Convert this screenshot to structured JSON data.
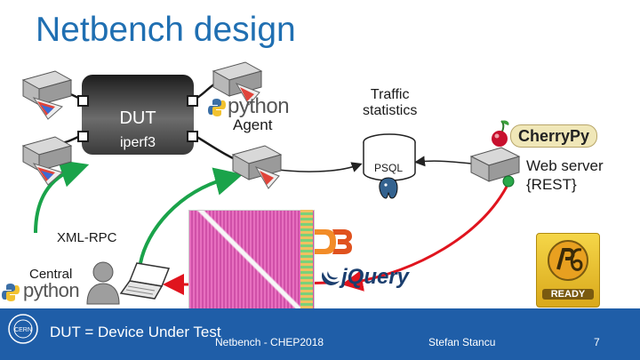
{
  "title": "Netbench design",
  "dut": {
    "label": "DUT",
    "sublabel": "iperf3"
  },
  "agent": {
    "python_logo_text": "python",
    "label": "Agent"
  },
  "traffic": {
    "line1": "Traffic",
    "line2": "statistics"
  },
  "psql": {
    "label": "PSQL"
  },
  "cherrypy": {
    "logo_text": "CherryPy"
  },
  "webserver": {
    "line1": "Web server",
    "line2": "{REST}"
  },
  "xmlrpc": {
    "label": "XML-RPC"
  },
  "central": {
    "label": "Central",
    "python_logo_text": "python"
  },
  "d3": {
    "logo_text": "D3"
  },
  "jquery": {
    "logo_text": "jQuery"
  },
  "ipv6": {
    "logo_text": "READY"
  },
  "footer": {
    "dut_def": "DUT = Device Under Test",
    "event": "Netbench - CHEP2018",
    "author": "Stefan Stancu",
    "page": "7"
  },
  "colors": {
    "title": "#1f6fb2",
    "footer": "#1f5ea8",
    "green_arrow": "#1aa34a",
    "red_arrow": "#e0141e",
    "dark_arrow": "#222222",
    "python_blue": "#3b6fa6",
    "python_yellow": "#f2c230"
  }
}
